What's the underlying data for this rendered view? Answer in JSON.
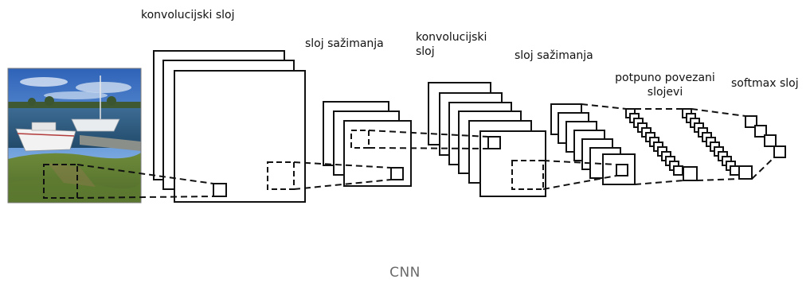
{
  "labels": {
    "conv1": "konvolucijski sloj",
    "pool1": "sloj sažimanja",
    "conv2_line1": "konvolucijski",
    "conv2_line2": "sloj",
    "pool2": "sloj sažimanja",
    "fc_line1": "potpuno povezani",
    "fc_line2": "slojevi",
    "softmax": "softmax sloj"
  },
  "caption": "CNN",
  "colors": {
    "stroke": "#111111",
    "caption": "#6a6a6a"
  }
}
